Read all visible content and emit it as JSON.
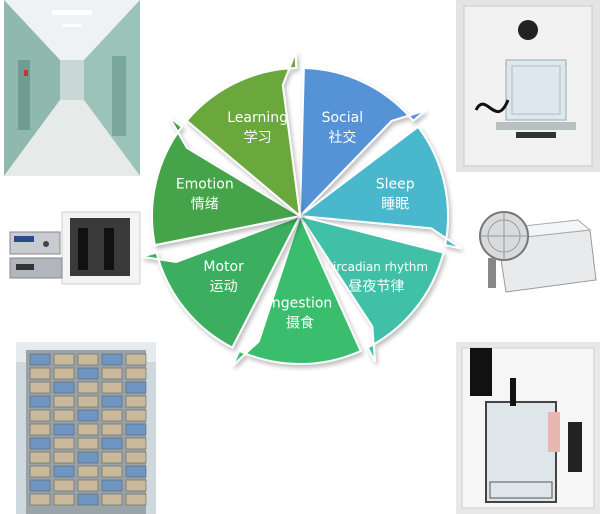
{
  "wheel": {
    "segments": [
      {
        "key": "social",
        "en": "Social",
        "zh": "社交",
        "color": "#5592d6"
      },
      {
        "key": "sleep",
        "en": "Sleep",
        "zh": "睡眠",
        "color": "#48b8cc"
      },
      {
        "key": "circadian",
        "en": "Circadian rhythm",
        "zh": "昼夜节律",
        "color": "#3fc0a6"
      },
      {
        "key": "ingestion",
        "en": "Ingestion",
        "zh": "摄食",
        "color": "#3bbd6e"
      },
      {
        "key": "motor",
        "en": "Motor",
        "zh": "运动",
        "color": "#3aaf5f"
      },
      {
        "key": "emotion",
        "en": "Emotion",
        "zh": "情绪",
        "color": "#45a44a"
      },
      {
        "key": "learning",
        "en": "Learning",
        "zh": "学习",
        "color": "#6aa83d"
      }
    ]
  },
  "photos": [
    {
      "name": "corridor-photo"
    },
    {
      "name": "cage-chamber-photo"
    },
    {
      "name": "controller-enclosure-photo"
    },
    {
      "name": "running-wheel-cage-photo"
    },
    {
      "name": "cage-rack-photo"
    },
    {
      "name": "operant-chamber-photo"
    }
  ]
}
